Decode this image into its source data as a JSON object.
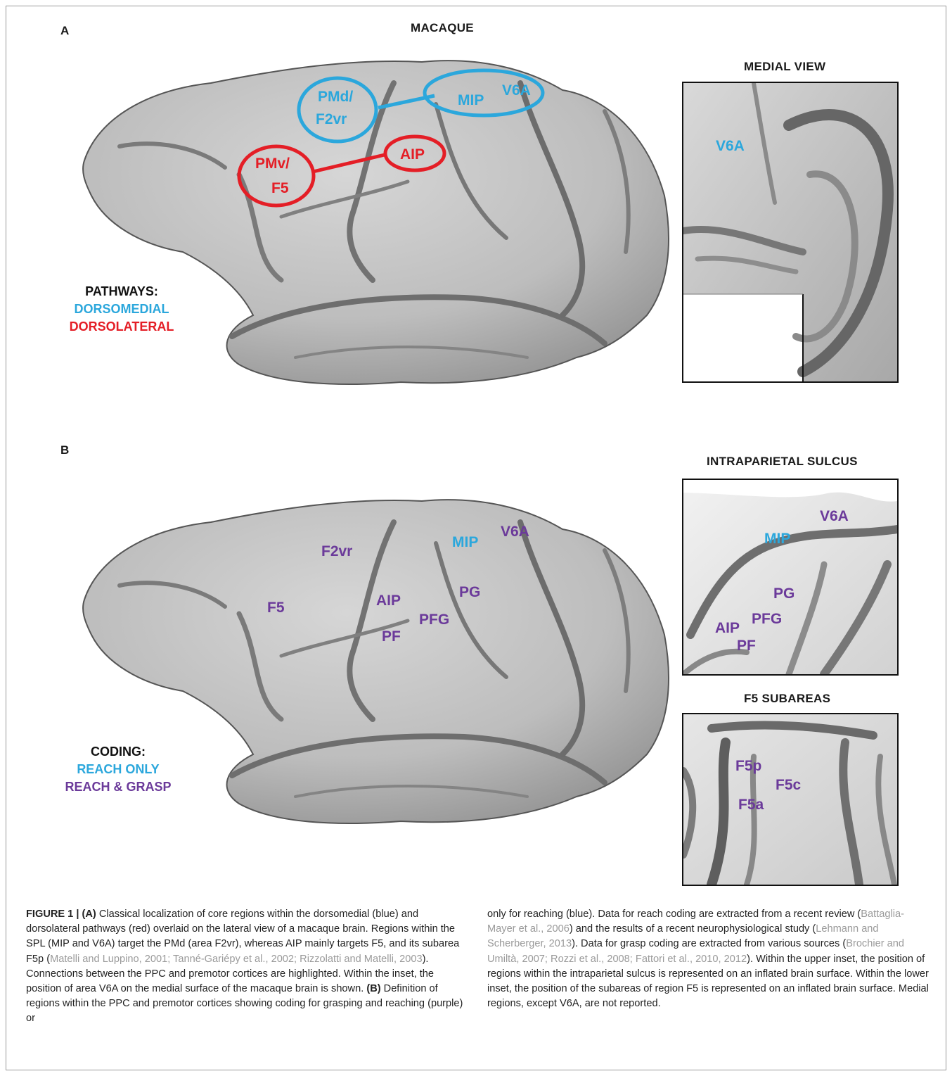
{
  "panel_a": {
    "letter": "A",
    "title": "MACAQUE",
    "inset_title": "MEDIAL VIEW",
    "labels": {
      "pmd": "PMd/",
      "f2vr": "F2vr",
      "mip": "MIP",
      "v6a": "V6A",
      "pmv": "PMv/",
      "f5": "F5",
      "aip": "AIP",
      "inset_v6a": "V6A"
    },
    "legend": {
      "heading": "PATHWAYS:",
      "item1": "DORSOMEDIAL",
      "item2": "DORSOLATERAL"
    }
  },
  "panel_b": {
    "letter": "B",
    "inset1_title": "INTRAPARIETAL SULCUS",
    "inset2_title": "F5 SUBAREAS",
    "labels": {
      "f2vr": "F2vr",
      "f5": "F5",
      "mip": "MIP",
      "v6a": "V6A",
      "aip": "AIP",
      "pf": "PF",
      "pfg": "PFG",
      "pg": "PG"
    },
    "inset1_labels": {
      "v6a": "V6A",
      "mip": "MIP",
      "pg": "PG",
      "pfg": "PFG",
      "aip": "AIP",
      "pf": "PF"
    },
    "inset2_labels": {
      "f5p": "F5p",
      "f5c": "F5c",
      "f5a": "F5a"
    },
    "legend": {
      "heading": "CODING:",
      "item1": "REACH ONLY",
      "item2": "REACH & GRASP"
    }
  },
  "caption": {
    "col1": [
      {
        "t": "FIGURE 1 | ",
        "s": "fig"
      },
      {
        "t": "(A)",
        "s": "fig"
      },
      {
        "t": " Classical localization of core regions within the dorsomedial (blue) and dorsolateral pathways (red) overlaid on the lateral view of a macaque brain. Regions within the SPL (MIP and V6A) target the PMd (area F2vr), whereas AIP mainly targets F5, and its subarea F5p (",
        "s": ""
      },
      {
        "t": "Matelli and Luppino, 2001; Tanné-Gariépy et al., 2002; Rizzolatti and Matelli, 2003",
        "s": "ref"
      },
      {
        "t": "). Connections between the PPC and premotor cortices are highlighted. Within the inset, the position of area V6A on the medial surface of the macaque brain is shown. ",
        "s": ""
      },
      {
        "t": "(B)",
        "s": "fig"
      },
      {
        "t": " Definition of regions within the PPC and premotor cortices showing coding for grasping and reaching (purple) or",
        "s": ""
      }
    ],
    "col2": [
      {
        "t": "only for reaching (blue). Data for reach coding are extracted from a recent review (",
        "s": ""
      },
      {
        "t": "Battaglia-Mayer et al., 2006",
        "s": "ref"
      },
      {
        "t": ") and the results of a recent neurophysiological study (",
        "s": ""
      },
      {
        "t": "Lehmann and Scherberger, 2013",
        "s": "ref"
      },
      {
        "t": "). Data for grasp coding are extracted from various sources (",
        "s": ""
      },
      {
        "t": "Brochier and Umiltà, 2007; Rozzi et al., 2008; Fattori et al., 2010, 2012",
        "s": "ref"
      },
      {
        "t": "). Within the upper inset, the position of regions within the intraparietal sulcus is represented on an inflated brain surface. Within the lower inset, the position of the subareas of region F5 is represented on an inflated brain surface. Medial regions, except V6A, are not reported.",
        "s": ""
      }
    ]
  },
  "colors": {
    "dorsomedial": "#2ba7dc",
    "dorsolateral": "#e41e26",
    "reach_grasp": "#6b3a9a"
  }
}
